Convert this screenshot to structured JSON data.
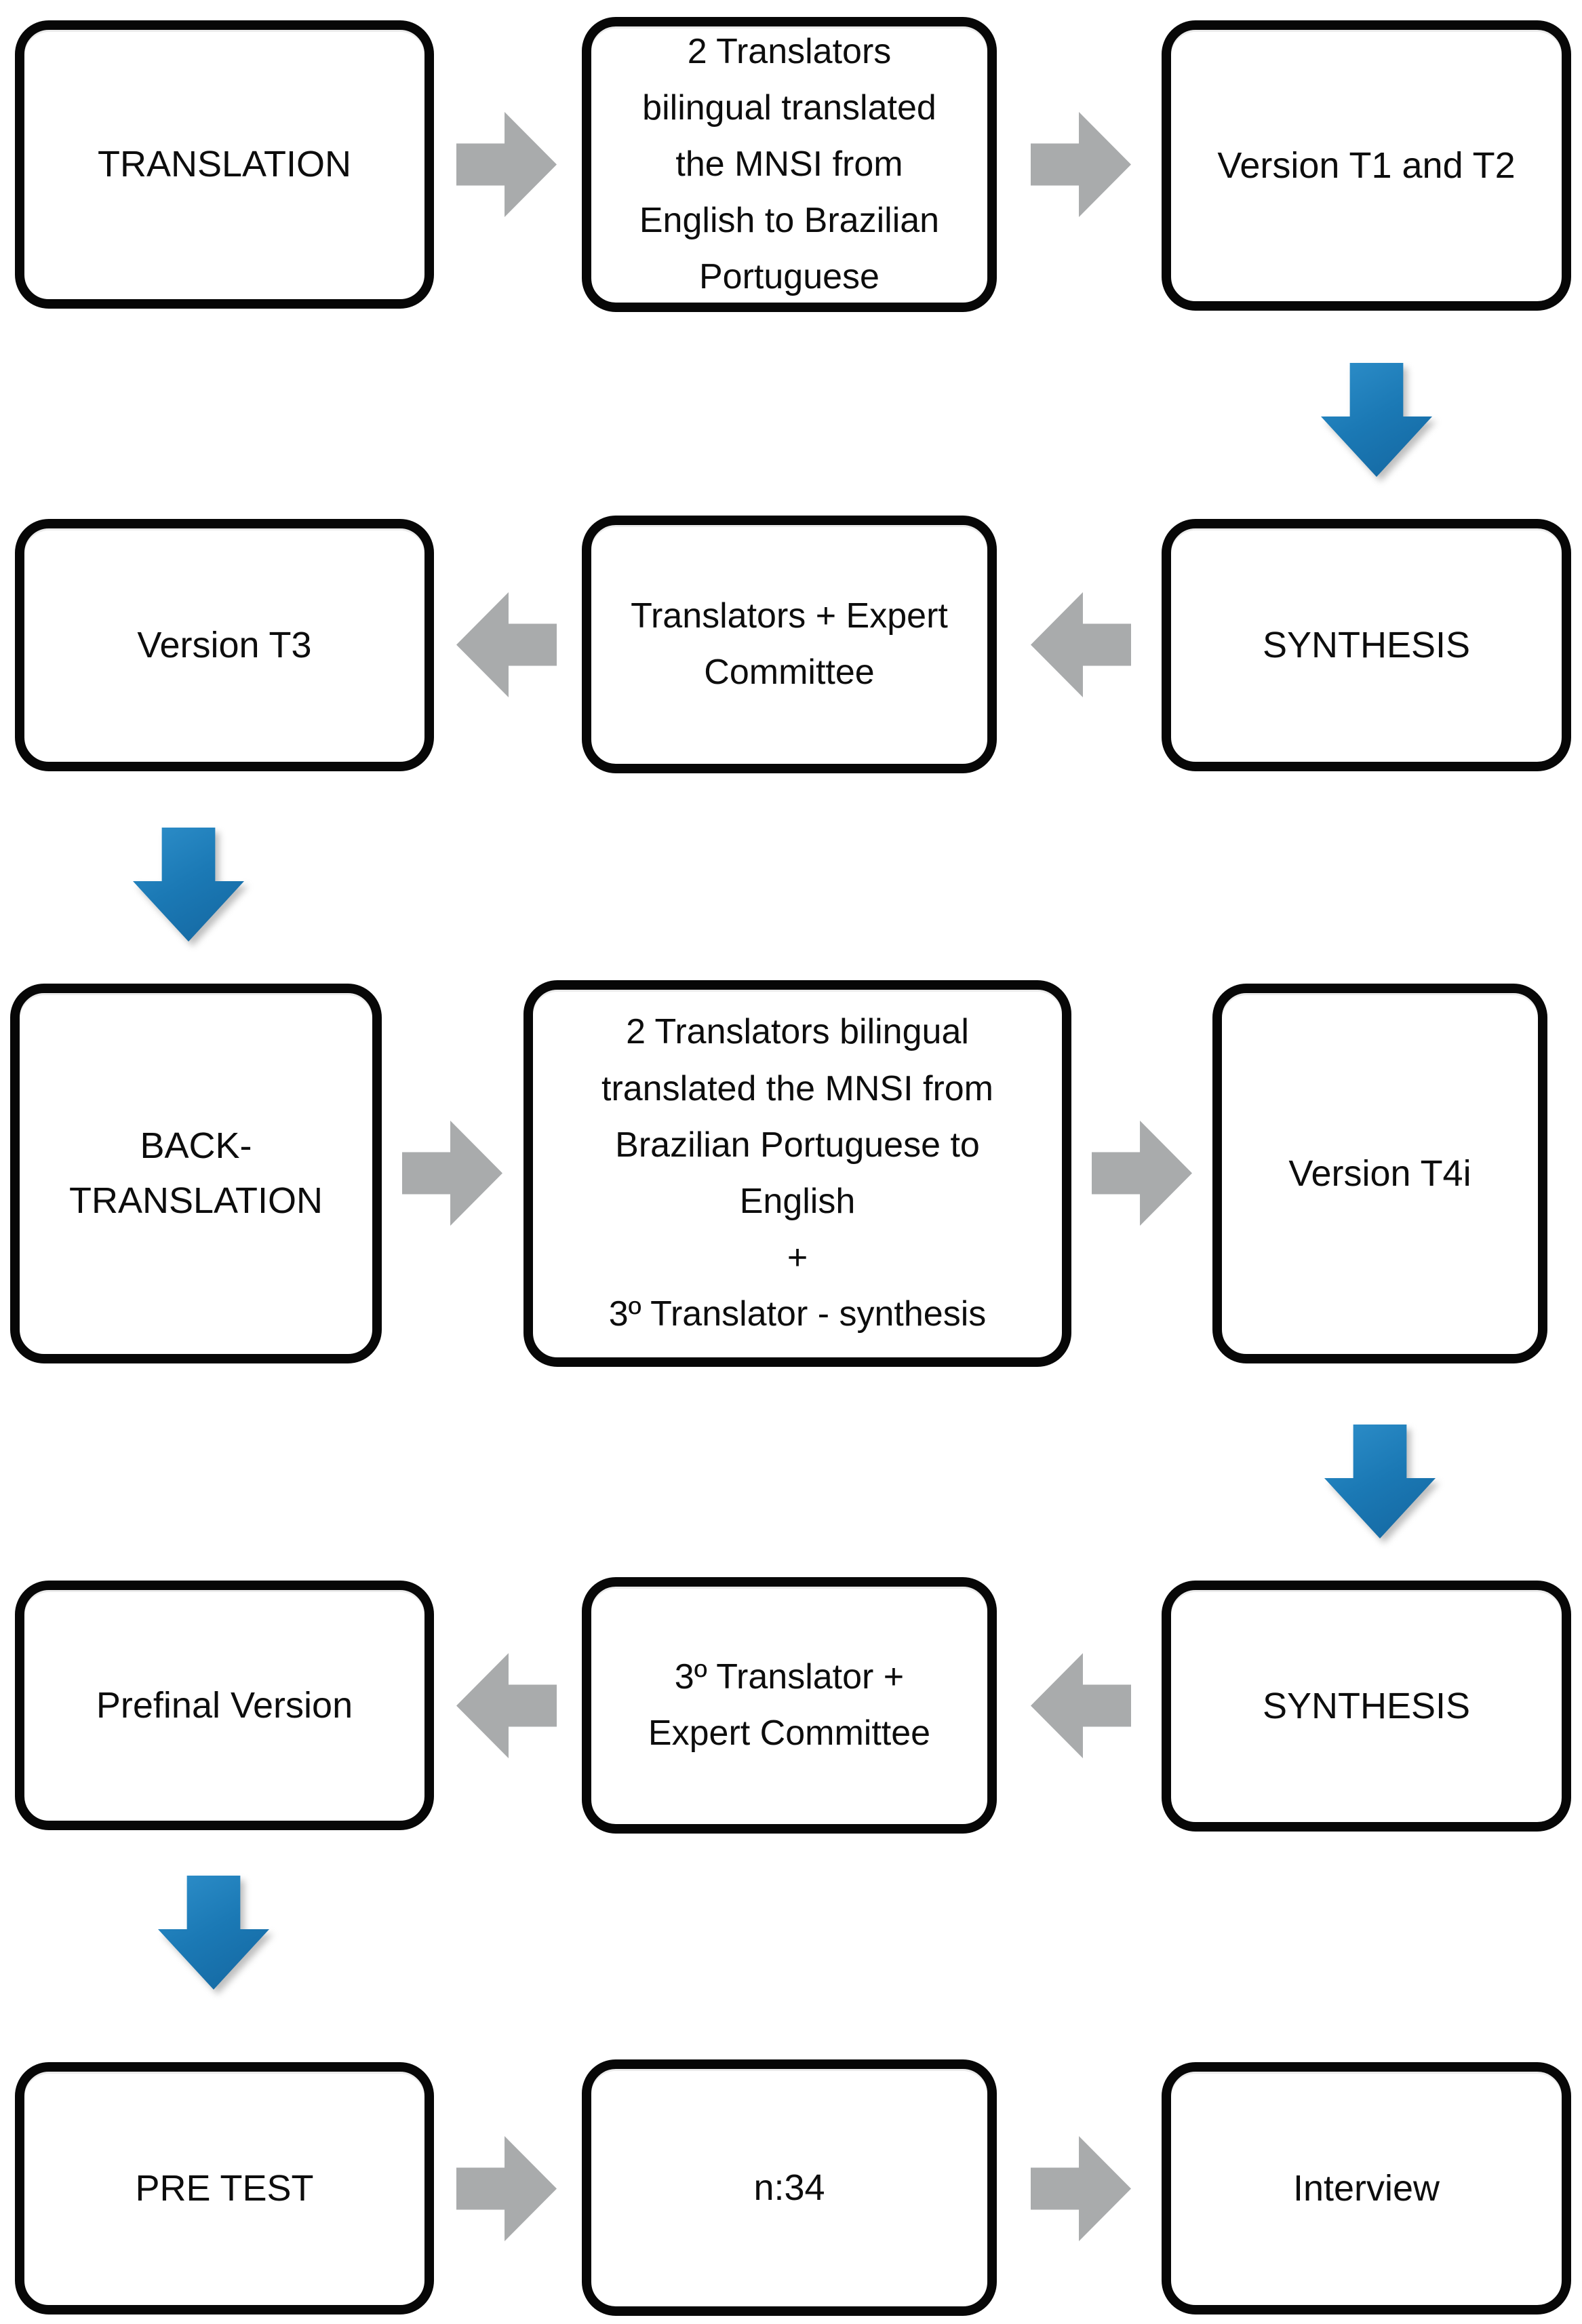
{
  "figure": {
    "type": "flowchart",
    "rows": 5,
    "colors": {
      "background": "#ffffff",
      "box_fill": "#ffffff",
      "box_border": "#070707",
      "text": "#0d0d0d",
      "arrow_gray": "#a9abac",
      "arrow_blue": "#1b79b5"
    }
  },
  "boxes": {
    "translation": {
      "label": "TRANSLATION"
    },
    "translators_en_pt": {
      "label": "2 Translators\nbilingual translated\nthe MNSI from\nEnglish to Brazilian\nPortuguese"
    },
    "version_t1_t2": {
      "label": "Version T1 and T2"
    },
    "version_t3": {
      "label": "Version T3"
    },
    "translators_expert_committee": {
      "label": "Translators + Expert\nCommittee"
    },
    "synthesis_1": {
      "label": "SYNTHESIS"
    },
    "back_translation": {
      "label": "BACK-\nTRANSLATION"
    },
    "translators_pt_en": {
      "label": "2 Translators bilingual\ntranslated the MNSI from\nBrazilian Portuguese to\nEnglish\n+\n3º Translator - synthesis"
    },
    "version_t4i": {
      "label": "Version T4i"
    },
    "prefinal_version": {
      "label": "Prefinal Version"
    },
    "third_translator_expert_committee": {
      "label": "3º Translator +\nExpert Committee"
    },
    "synthesis_2": {
      "label": "SYNTHESIS"
    },
    "pre_test": {
      "label": "PRE TEST"
    },
    "sample_n": {
      "label": "n:34"
    },
    "interview": {
      "label": "Interview"
    }
  },
  "arrows": [
    {
      "from": "translation",
      "to": "translators_en_pt",
      "direction": "right",
      "color": "gray"
    },
    {
      "from": "translators_en_pt",
      "to": "version_t1_t2",
      "direction": "right",
      "color": "gray"
    },
    {
      "from": "version_t1_t2",
      "to": "synthesis_1",
      "direction": "down",
      "color": "blue"
    },
    {
      "from": "synthesis_1",
      "to": "translators_expert_committee",
      "direction": "left",
      "color": "gray"
    },
    {
      "from": "translators_expert_committee",
      "to": "version_t3",
      "direction": "left",
      "color": "gray"
    },
    {
      "from": "version_t3",
      "to": "back_translation",
      "direction": "down",
      "color": "blue"
    },
    {
      "from": "back_translation",
      "to": "translators_pt_en",
      "direction": "right",
      "color": "gray"
    },
    {
      "from": "translators_pt_en",
      "to": "version_t4i",
      "direction": "right",
      "color": "gray"
    },
    {
      "from": "version_t4i",
      "to": "synthesis_2",
      "direction": "down",
      "color": "blue"
    },
    {
      "from": "synthesis_2",
      "to": "third_translator_expert_committee",
      "direction": "left",
      "color": "gray"
    },
    {
      "from": "third_translator_expert_committee",
      "to": "prefinal_version",
      "direction": "left",
      "color": "gray"
    },
    {
      "from": "prefinal_version",
      "to": "pre_test",
      "direction": "down",
      "color": "blue"
    },
    {
      "from": "pre_test",
      "to": "sample_n",
      "direction": "right",
      "color": "gray"
    },
    {
      "from": "sample_n",
      "to": "interview",
      "direction": "right",
      "color": "gray"
    }
  ]
}
